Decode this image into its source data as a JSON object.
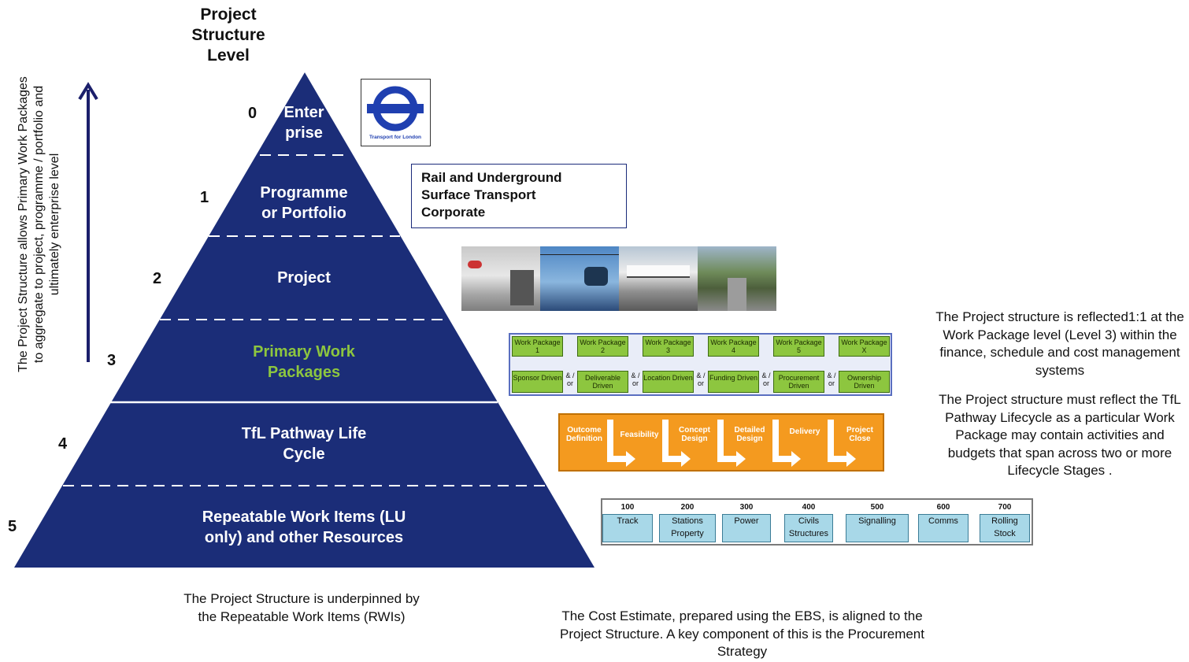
{
  "title": "Project\nStructure\nLevel",
  "vertical_note": "The Project Structure allows Primary Work Packages to aggregate to project, programme / portfolio and ultimately enterprise level",
  "levels": [
    {
      "num": "0",
      "label": "Enter\nprise"
    },
    {
      "num": "1",
      "label": "Programme\nor Portfolio"
    },
    {
      "num": "2",
      "label": "Project"
    },
    {
      "num": "3",
      "label": "Primary Work\nPackages"
    },
    {
      "num": "4",
      "label": "TfL Pathway Life\nCycle"
    },
    {
      "num": "5",
      "label": "Repeatable Work Items (LU\nonly) and other Resources"
    }
  ],
  "tfl_logo_text": "Transport for London",
  "rail_box": [
    "Rail and Underground",
    "Surface Transport",
    "Corporate"
  ],
  "work_packages": [
    {
      "pkg": "Work Package 1",
      "driver": "Sponsor Driven"
    },
    {
      "pkg": "Work Package 2",
      "driver": "Deliverable Driven"
    },
    {
      "pkg": "Work Package 3",
      "driver": "Location Driven"
    },
    {
      "pkg": "Work Package 4",
      "driver": "Funding Driven"
    },
    {
      "pkg": "Work Package 5",
      "driver": "Procurement Driven"
    },
    {
      "pkg": "Work Package X",
      "driver": "Ownership Driven"
    }
  ],
  "and_or": "& / or",
  "lifecycle": [
    "Outcome Definition",
    "Feasibility",
    "Concept Design",
    "Detailed Design",
    "Delivery",
    "Project Close"
  ],
  "rwi": [
    {
      "code": "100",
      "name": "Track"
    },
    {
      "code": "200",
      "name": "Stations Property"
    },
    {
      "code": "300",
      "name": "Power"
    },
    {
      "code": "400",
      "name": "Civils Structures"
    },
    {
      "code": "500",
      "name": "Signalling"
    },
    {
      "code": "600",
      "name": "Comms"
    },
    {
      "code": "700",
      "name": "Rolling Stock"
    }
  ],
  "notes": {
    "right_top": "The Project structure is reflected1:1 at the Work Package level (Level 3) within the finance, schedule and cost management systems",
    "right_bottom": "The Project structure must reflect the TfL Pathway Lifecycle as a particular Work Package may contain activities and budgets that span across two or more Lifecycle Stages .",
    "bottom_left": "The Project Structure is underpinned by the Repeatable Work Items (RWIs)",
    "bottom_mid": "The Cost Estimate, prepared using the EBS, is aligned to the Project Structure.  A key component of this is the Procurement Strategy"
  },
  "colors": {
    "pyramid": "#1b2d78",
    "green": "#8dc63f",
    "orange": "#f49a1f",
    "rwi": "#a8d8e8",
    "arrow": "#1b1f6b"
  }
}
